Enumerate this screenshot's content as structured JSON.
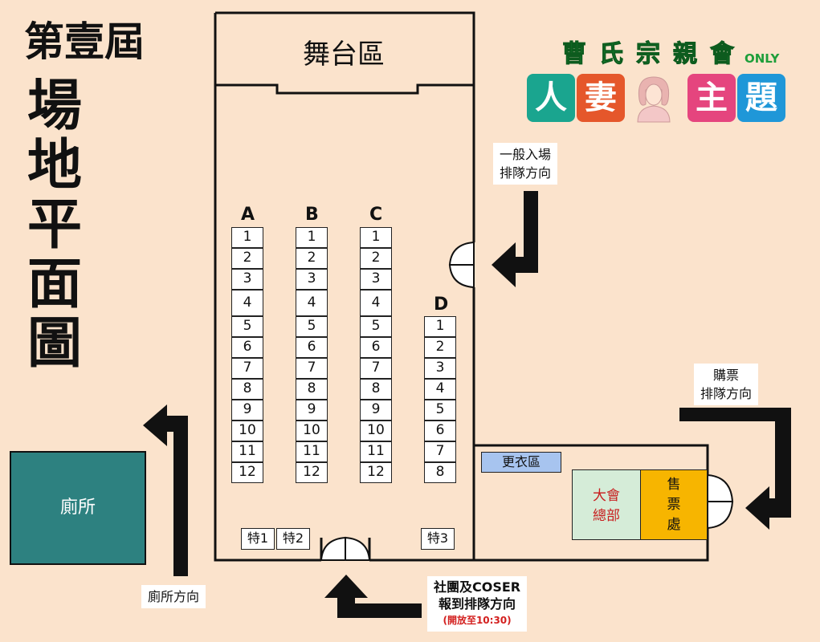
{
  "title": {
    "edition": "第壹屆",
    "main": [
      "場",
      "地",
      "平",
      "面",
      "圖"
    ]
  },
  "logo": {
    "line1": [
      "曹",
      "氏",
      "宗",
      "親",
      "會"
    ],
    "only": "ONLY",
    "line2": [
      "人",
      "妻",
      "主",
      "題"
    ]
  },
  "stage": "舞台區",
  "columns": [
    {
      "label": "A",
      "booths": [
        "1",
        "2",
        "3",
        "4",
        "5",
        "6",
        "7",
        "8",
        "9",
        "10",
        "11",
        "12"
      ]
    },
    {
      "label": "B",
      "booths": [
        "1",
        "2",
        "3",
        "4",
        "5",
        "6",
        "7",
        "8",
        "9",
        "10",
        "11",
        "12"
      ]
    },
    {
      "label": "C",
      "booths": [
        "1",
        "2",
        "3",
        "4",
        "5",
        "6",
        "7",
        "8",
        "9",
        "10",
        "11",
        "12"
      ]
    },
    {
      "label": "D",
      "booths": [
        "1",
        "2",
        "3",
        "4",
        "5",
        "6",
        "7",
        "8"
      ]
    }
  ],
  "special_booths": [
    "特1",
    "特2",
    "特3"
  ],
  "rooms": {
    "toilet": "廁所",
    "dressing": "更衣區",
    "hq": [
      "大會",
      "總部"
    ],
    "ticket": [
      "售",
      "票",
      "處"
    ]
  },
  "directions": {
    "general": [
      "一般入場",
      "排隊方向"
    ],
    "ticket": [
      "購票",
      "排隊方向"
    ],
    "toilet": "廁所方向",
    "club": [
      "社團及COSER",
      "報到排隊方向"
    ],
    "club_note": "(開放至10:30)"
  },
  "colors": {
    "background": "#fbe3cc",
    "toilet": "#2d8180",
    "dressing": "#a7c4ef",
    "hq": "#d5ecd8",
    "hq_text": "#c81d1d",
    "ticket": "#f7b500"
  }
}
